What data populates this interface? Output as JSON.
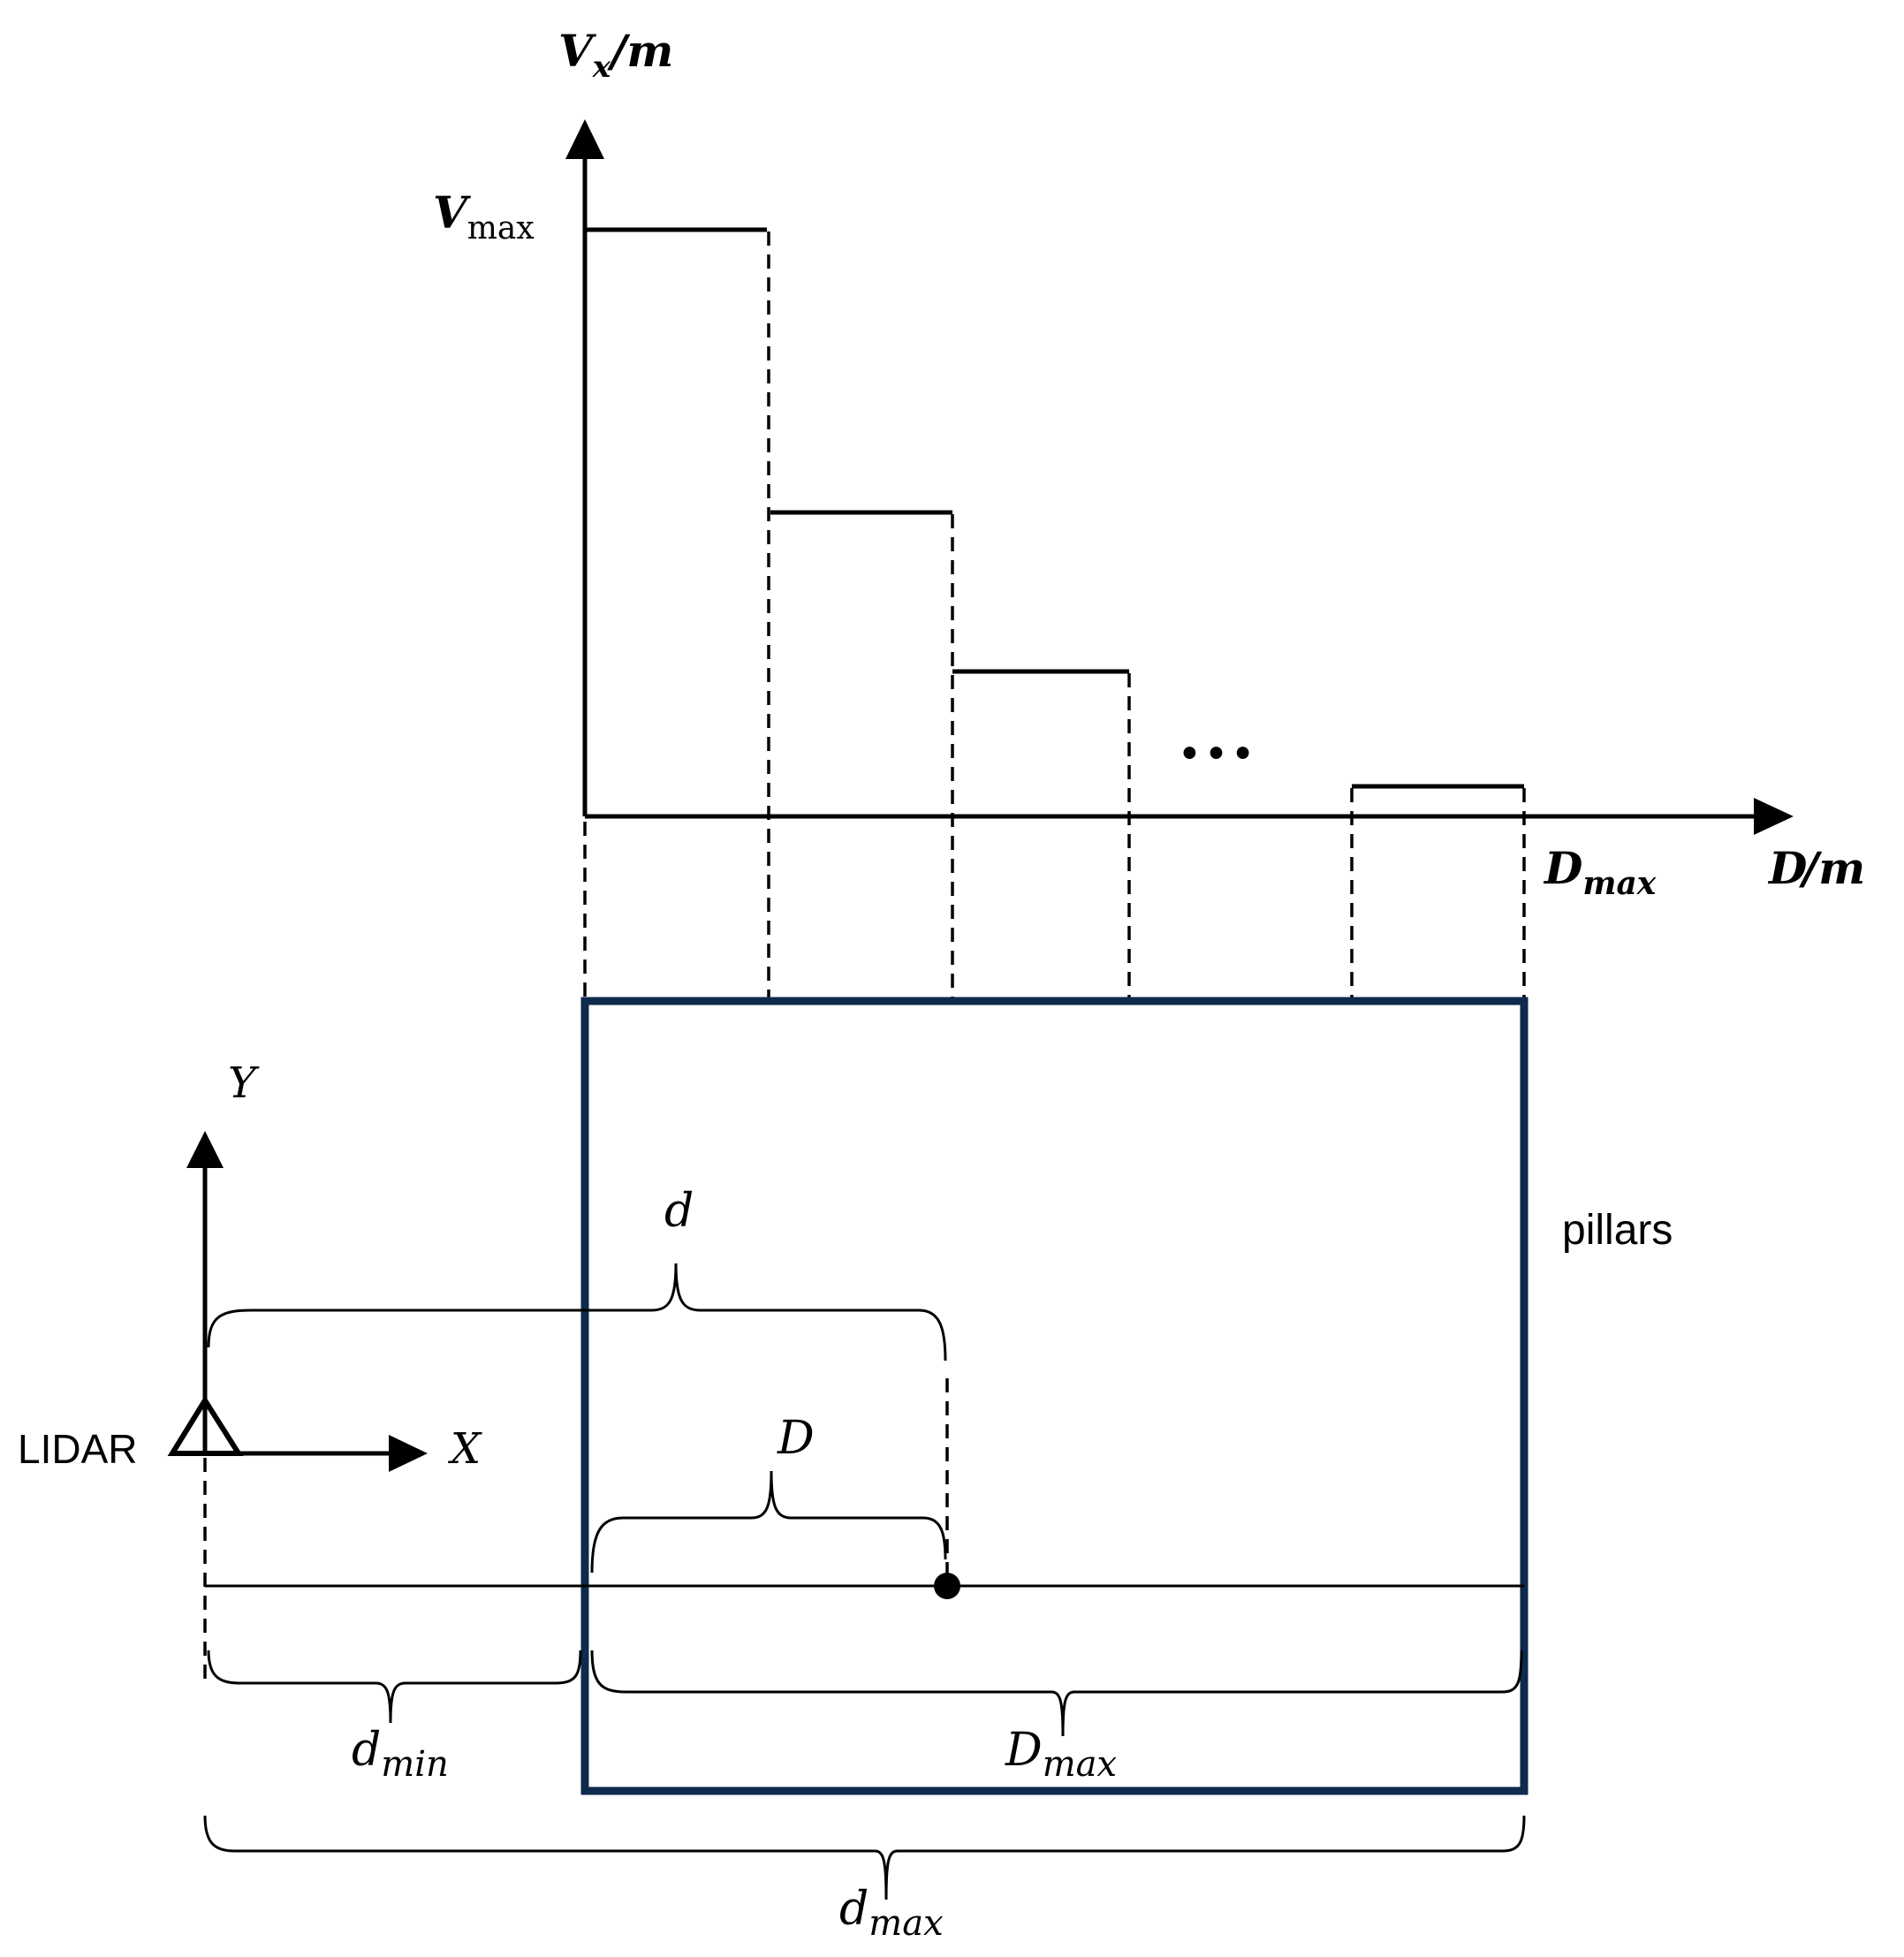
{
  "chart": {
    "y_axis": {
      "base": "V",
      "sub": "x",
      "unit": "/m"
    },
    "y_max": {
      "base": "V",
      "sub": "max"
    },
    "x_axis": {
      "base": "D",
      "unit": "/m"
    },
    "x_max": {
      "base": "D",
      "sub": "max"
    },
    "ellipsis": "• • •"
  },
  "scene": {
    "box_label": "pillars",
    "sensor_label": "LIDAR",
    "axis_x": "X",
    "axis_y": "Y",
    "brace_d": "d",
    "brace_D": "D",
    "brace_dmin": {
      "base": "d",
      "sub": "min"
    },
    "brace_Dmax": {
      "base": "D",
      "sub": "max"
    },
    "brace_dmax": {
      "base": "d",
      "sub": "max"
    },
    "box_color": "#0e2a4c"
  }
}
